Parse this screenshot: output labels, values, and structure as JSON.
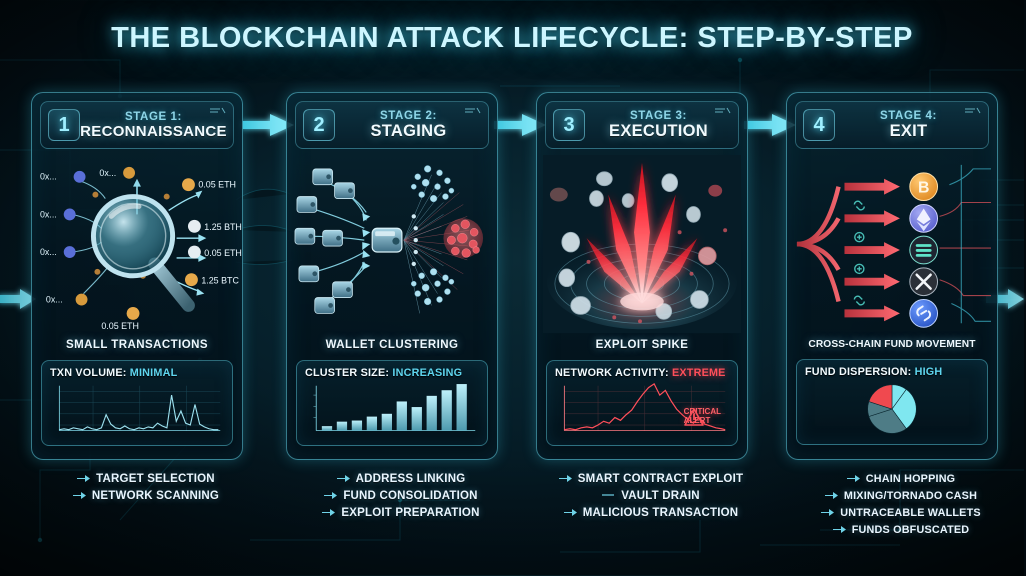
{
  "title": "THE BLOCKCHAIN ATTACK LIFECYCLE: STEP-BY-STEP",
  "theme": {
    "accent_cyan": "#5fd6ef",
    "accent_glow": "#8ff0ff",
    "danger_red": "#ff4f5a",
    "background_dark": "#03121a",
    "card_border": "#60d6eb",
    "text_light": "#eef9ff"
  },
  "stages": [
    {
      "number": "1",
      "kicker": "STAGE 1:",
      "name": "RECONNAISSANCE",
      "caption": "SMALL TRANSACTIONS",
      "illustration": "magnifier-scanning-transactions",
      "tx_labels_left": [
        "0x...",
        "0x...",
        "0x...",
        "0x..."
      ],
      "tx_label_top": "0x...",
      "tx_labels_right": [
        "0.05 ETH",
        "1.25 BTH",
        "0.05 ETH",
        "1.25 BTC"
      ],
      "tx_label_bottom": "0.05 ETH",
      "metric": {
        "label": "TXN VOLUME:",
        "value": "MINIMAL",
        "value_state": "normal"
      },
      "bullets": [
        "TARGET SELECTION",
        "NETWORK SCANNING"
      ]
    },
    {
      "number": "2",
      "kicker": "STAGE 2:",
      "name": "STAGING",
      "caption": "WALLET CLUSTERING",
      "illustration": "wallets-converging-to-node-cluster",
      "metric": {
        "label": "CLUSTER SIZE:",
        "value": "INCREASING",
        "value_state": "normal"
      },
      "bullets": [
        "ADDRESS LINKING",
        "FUND CONSOLIDATION",
        "EXPLOIT PREPARATION"
      ]
    },
    {
      "number": "3",
      "kicker": "STAGE 3:",
      "name": "EXECUTION",
      "caption": "EXPLOIT SPIKE",
      "illustration": "red-explosion-vortex-scattered-coins",
      "metric": {
        "label": "NETWORK ACTIVITY:",
        "value": "EXTREME",
        "value_state": "danger",
        "alert": {
          "line1": "CRITICAL",
          "line2": "ALERT",
          "icon": "warning-triangle-icon"
        }
      },
      "bullets": [
        "SMART CONTRACT EXPLOIT",
        "VAULT DRAIN",
        "MALICIOUS TRANSACTION"
      ]
    },
    {
      "number": "4",
      "kicker": "STAGE 4:",
      "name": "EXIT",
      "caption": "CROSS-CHAIN FUND MOVEMENT",
      "illustration": "red-arrows-fanning-to-crypto-tokens",
      "tokens": [
        {
          "name": "bitcoin-icon",
          "symbol": "Ƀ",
          "color": "#f2a33c"
        },
        {
          "name": "ethereum-icon",
          "symbol": "Ξ",
          "color": "#7b82e8"
        },
        {
          "name": "solana-icon",
          "symbol": "≡",
          "color": "#1d2430"
        },
        {
          "name": "xrp-icon",
          "symbol": "✕",
          "color": "#2b3038"
        },
        {
          "name": "chainlink-icon",
          "symbol": "⚭",
          "color": "#3b6ee0"
        }
      ],
      "metric": {
        "label": "FUND DISPERSION:",
        "value": "HIGH",
        "value_state": "normal"
      },
      "bullets": [
        "CHAIN HOPPING",
        "MIXING/TORNADO CASH",
        "UNTRACEABLE WALLETS",
        "FUNDS OBFUSCATED"
      ]
    }
  ],
  "chart_data": [
    {
      "type": "line",
      "title": "TXN VOLUME: MINIMAL",
      "stage": 1,
      "color": "#7fd8e8",
      "x": [
        0,
        1,
        2,
        3,
        4,
        5,
        6,
        7,
        8,
        9,
        10,
        11,
        12,
        13,
        14,
        15,
        16,
        17,
        18,
        19,
        20,
        21,
        22,
        23,
        24,
        25,
        26,
        27,
        28,
        29,
        30,
        31
      ],
      "values": [
        2,
        3,
        2,
        4,
        3,
        2,
        5,
        3,
        2,
        4,
        24,
        8,
        4,
        3,
        6,
        3,
        2,
        4,
        3,
        5,
        4,
        9,
        6,
        4,
        62,
        12,
        22,
        10,
        7,
        40,
        9,
        5
      ],
      "ylim": [
        0,
        70
      ],
      "grid": true,
      "xlabel": "",
      "ylabel": ""
    },
    {
      "type": "bar",
      "title": "CLUSTER SIZE: INCREASING",
      "stage": 2,
      "color": "#8fe3f2",
      "categories": [
        "1",
        "2",
        "3",
        "4",
        "5",
        "6",
        "7",
        "8",
        "9",
        "10"
      ],
      "values": [
        8,
        16,
        18,
        25,
        30,
        52,
        42,
        62,
        72,
        88
      ],
      "ylim": [
        0,
        100
      ],
      "grid": false,
      "xlabel": "",
      "ylabel": ""
    },
    {
      "type": "line",
      "title": "NETWORK ACTIVITY: EXTREME",
      "stage": 3,
      "color": "#ff4f5a",
      "x": [
        0,
        1,
        2,
        3,
        4,
        5,
        6,
        7,
        8,
        9,
        10,
        11,
        12,
        13,
        14,
        15,
        16,
        17,
        18,
        19,
        20,
        21,
        22,
        23,
        24,
        25,
        26,
        27,
        28,
        29,
        30,
        31
      ],
      "values": [
        3,
        4,
        3,
        5,
        6,
        5,
        8,
        12,
        10,
        20,
        16,
        24,
        30,
        46,
        58,
        78,
        96,
        64,
        72,
        46,
        30,
        22,
        16,
        12,
        18,
        10,
        8,
        6,
        5,
        4,
        3,
        3
      ],
      "ylim": [
        0,
        100
      ],
      "grid": true,
      "xlabel": "",
      "ylabel": ""
    },
    {
      "type": "pie",
      "title": "FUND DISPERSION: HIGH",
      "stage": 4,
      "labels": [
        "cyan-share",
        "slate-share",
        "red-share"
      ],
      "values": [
        40,
        40,
        20
      ],
      "colors": [
        "#7fe7f0",
        "#4e7c86",
        "#f0494f"
      ],
      "legend": "none"
    }
  ],
  "connectors": {
    "arrow_count": 3,
    "arrow_direction": "right",
    "color": "#6fe0f5"
  }
}
